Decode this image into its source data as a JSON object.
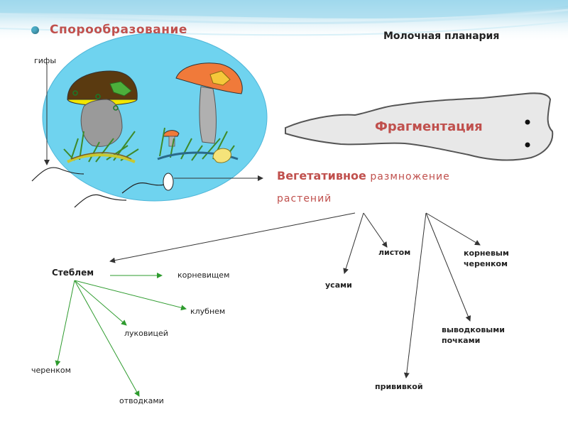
{
  "title": "Спорообразование",
  "planaria_title": "Молочная планария",
  "fragmentation_label": "Фрагментация",
  "hyphae_label": "гифы",
  "vegetative": {
    "word1": "Вегетативное",
    "word2": "размножение",
    "line2": "растений"
  },
  "stem": {
    "title": "Стеблем",
    "rhizome": "корневищем",
    "tuber": "клубнем",
    "bulb": "луковицей",
    "cutting": "черенком",
    "layering": "отводками"
  },
  "leaf_label": "листом",
  "runners_label": "усами",
  "root_cutting_label": "корневым черенком",
  "graft_label": "прививкой",
  "brood_buds_label": "выводковыми почками",
  "colors": {
    "accent_red": "#c0504d",
    "teal": "#4bacc6",
    "arrow_green": "#2e9b2e",
    "oval_fill": "#6fd3ef"
  }
}
